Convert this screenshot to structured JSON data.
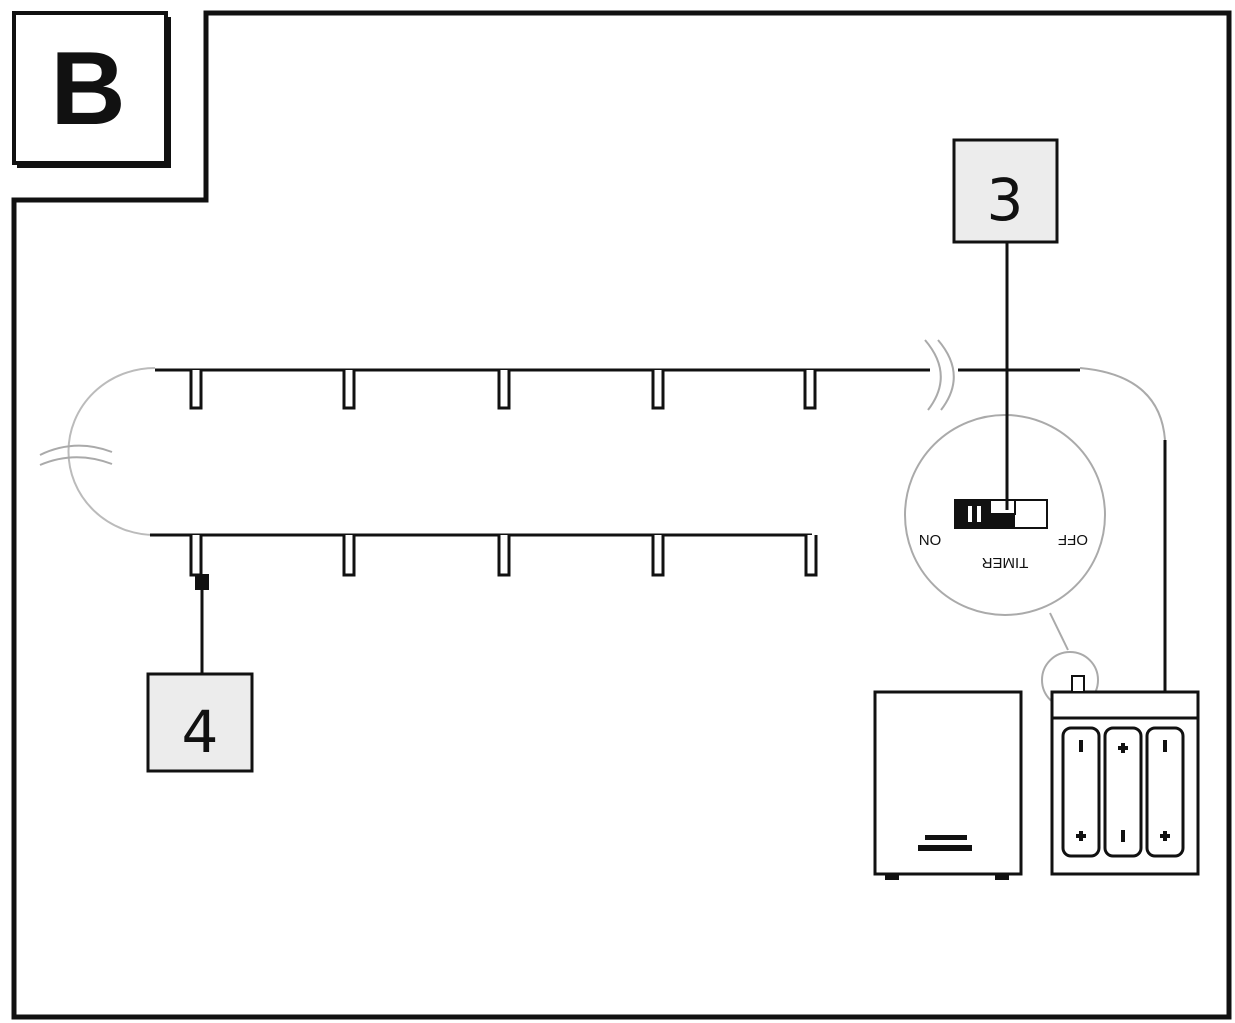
{
  "section_label": "B",
  "callouts": [
    {
      "id": "3",
      "label": "3"
    },
    {
      "id": "4",
      "label": "4"
    }
  ],
  "switch": {
    "on_label": "ON",
    "off_label": "OFF",
    "timer_label": "TIMER"
  },
  "colors": {
    "line": "#111111",
    "callout_fill": "#ececec",
    "frame": "#111111",
    "thin": "#888888"
  }
}
